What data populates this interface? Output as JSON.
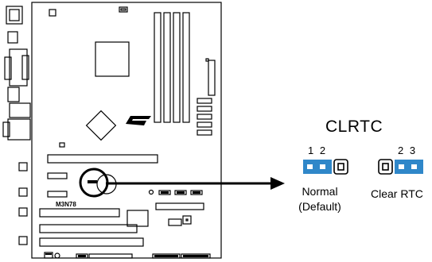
{
  "jumper": {
    "title": "CLRTC",
    "pins_normal": "1 2",
    "pins_clear": "2 3",
    "normal_label_line1": "Normal",
    "normal_label_line2": "(Default)",
    "clear_label": "Clear RTC"
  },
  "board": {
    "model": "M3N78",
    "logo": "/ISUS"
  },
  "colors": {
    "jumper_cap": "#2f87c9",
    "outline": "#000000",
    "background": "#ffffff"
  }
}
